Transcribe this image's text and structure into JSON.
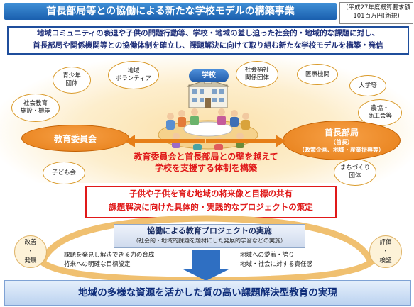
{
  "title": "首長部局等との協働による新たな学校モデルの構築事業",
  "budget": {
    "line1": "（平成27年度概算要求額",
    "line2": "101百万円(新規)"
  },
  "intro": {
    "line1": "地域コミュニティの衰退や子供の問題行動等、学校・地域の差し迫った社会的・地域的な課題に対し、",
    "line2": "首長部局や関係機関等との協働体制を確立し、課題解決に向けて取り組む新たな学校モデルを構築・発信"
  },
  "school_label": "学校",
  "left_bubbles": {
    "youth": "青少年\n団体",
    "volunteer": "地域\nボランティア",
    "social_edu": "社会教育\n施設・機能",
    "kids": "子ども会"
  },
  "right_bubbles": {
    "welfare": "社会福祉\n関係団体",
    "medical": "医療機関",
    "university": "大学等",
    "agri": "農協・\n商工会等",
    "town": "まちづくり\n団体"
  },
  "board": "教育委員会",
  "mayor": {
    "title": "首長部局",
    "sub1": "（首長）",
    "sub2": "（政策企画、地域・産業振興等）"
  },
  "wall_text": {
    "line1": "教育委員会と首長部局との壁を越えて",
    "line2": "学校を支援する体制を構築"
  },
  "red_box": {
    "line1": "子供や子供を育む地域の将来像と目標の共有",
    "line2": "課題解決に向けた具体的・実践的なプロジェクトの策定"
  },
  "project": {
    "title": "協働による教育プロジェクトの実施",
    "sub": "（社会的・地域的課題を題材にした発展的学習などの実施）"
  },
  "left_cycle": "改善\n・\n発展",
  "right_cycle": "評価\n・\n検証",
  "effects_left": {
    "line1": "課題を発見し解決できる力の育成",
    "line2": "将来への明確な目標設定"
  },
  "effects_right": {
    "line1": "地域への愛着・誇り",
    "line2": "地域・社会に対する責任感"
  },
  "bottom": "地域の多様な資源を活かした質の高い課題解決型教育の実現",
  "colors": {
    "title_blue": "#1a5fae",
    "orange": "#e67e17",
    "red": "#e01919",
    "navy": "#0f2d7a"
  }
}
